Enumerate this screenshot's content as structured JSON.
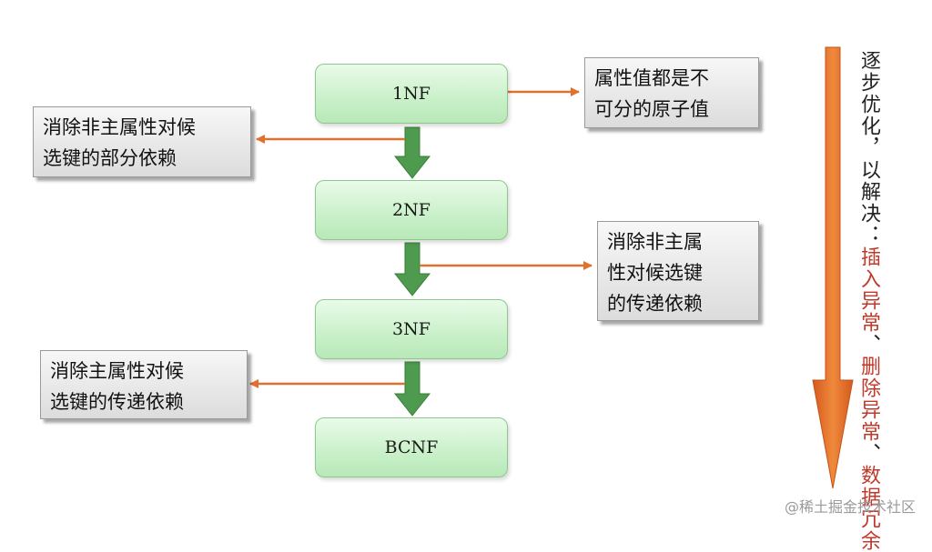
{
  "nodes": {
    "nf1": "1NF",
    "nf2": "2NF",
    "nf3": "3NF",
    "bcnf": "BCNF"
  },
  "notes": {
    "atomic": [
      "属性值都是不",
      "可分的原子值"
    ],
    "partial": [
      "消除非主属性对候",
      "选键的部分依赖"
    ],
    "transitive_nonprime": [
      "消除非主属",
      "性对候选键",
      "的传递依赖"
    ],
    "transitive_prime": [
      "消除主属性对候",
      "选键的传递依赖"
    ]
  },
  "side": {
    "col1": "逐步优化，以解决：",
    "col2_red1": "插入异常",
    "col2_sep1": "、",
    "col2_red2": "删除异常",
    "col2_sep2": "、",
    "col2_red3": "数据冗余"
  },
  "watermark": "@稀土掘金技术社区",
  "colors": {
    "box_fill": "#c9f0c9",
    "down_arrow": "#4e9a4e",
    "side_arrow": "#e07030",
    "big_arrow": "#e8742a",
    "emphasis_text": "#c0392b"
  }
}
